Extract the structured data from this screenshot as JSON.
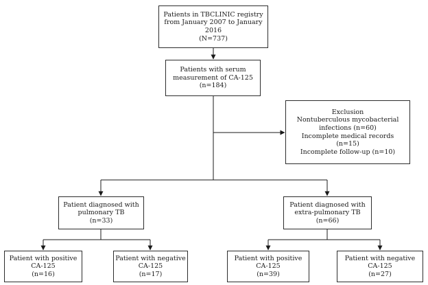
{
  "flowchart": {
    "registry": {
      "lines": [
        "Patients in TBCLINIC registry",
        "from January 2007 to January",
        "2016",
        "(N=737)"
      ]
    },
    "serum": {
      "lines": [
        "Patients with serum",
        "measurement of CA-125",
        "(n=184)"
      ]
    },
    "exclusion": {
      "lines": [
        "Exclusion",
        "Nontuberculous mycobacterial",
        "infections (n=60)",
        "Incomplete medical records",
        "(n=15)",
        "Incomplete follow-up (n=10)"
      ]
    },
    "pulmonary": {
      "lines": [
        "Patient diagnosed with",
        "pulmonary TB",
        "(n=33)"
      ]
    },
    "extra_pulmonary": {
      "lines": [
        "Patient diagnosed with",
        "extra-pulmonary TB",
        "(n=66)"
      ]
    },
    "pulm_positive": {
      "lines": [
        "Patient with positive",
        "CA-125",
        "(n=16)"
      ]
    },
    "pulm_negative": {
      "lines": [
        "Patient with negative",
        "CA-125",
        "(n=17)"
      ]
    },
    "extra_positive": {
      "lines": [
        "Patient with positive",
        "CA-125",
        "(n=39)"
      ]
    },
    "extra_negative": {
      "lines": [
        "Patient with negative",
        "CA-125",
        "(n=27)"
      ]
    }
  }
}
